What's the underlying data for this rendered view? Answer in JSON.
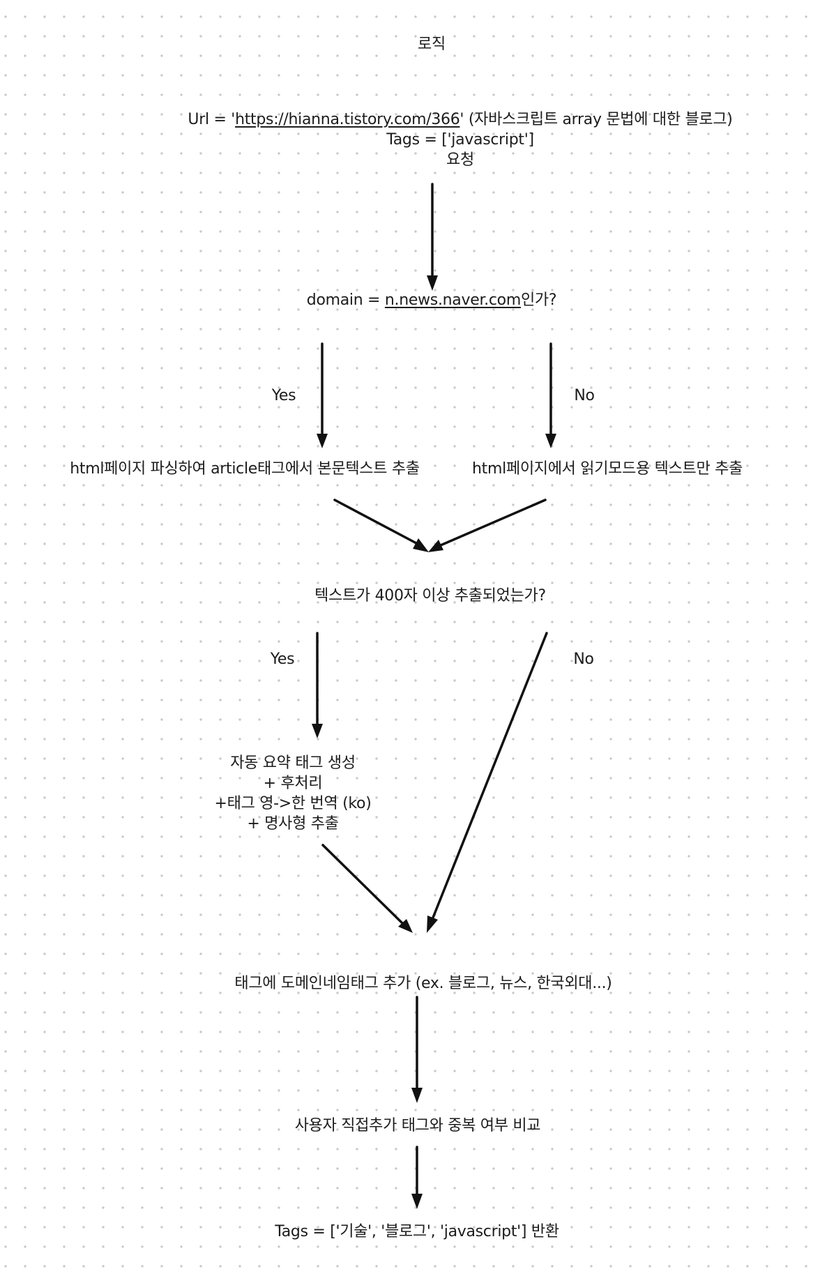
{
  "title": "로직",
  "request": {
    "url_prefix": "Url = '",
    "url": "https://hianna.tistory.com/366",
    "url_suffix": "' (자바스크립트 array 문법에 대한 블로그)",
    "tags": "Tags = ['javascript']",
    "action": "요청"
  },
  "domain_check": {
    "prefix": "domain = ",
    "domain": "n.news.naver.com",
    "suffix": "인가?"
  },
  "branch1": {
    "yes": "Yes",
    "no": "No",
    "yes_step": "html페이지 파싱하여 article태그에서 본문텍스트 추출",
    "no_step": "html페이지에서 읽기모드용 텍스트만 추출"
  },
  "length_check": "텍스트가 400자 이상 추출되었는가?",
  "branch2": {
    "yes": "Yes",
    "no": "No"
  },
  "auto_tag": {
    "line1": "자동 요약 태그 생성",
    "line2": "+ 후처리",
    "line3": "+태그 영->한 번역 (ko)",
    "line4": "+ 명사형 추출"
  },
  "domain_tag": "태그에 도메인네임태그 추가 (ex. 블로그, 뉴스, 한국외대...)",
  "compare": "사용자 직접추가 태그와 중복 여부 비교",
  "result": "Tags = ['기술', '블로그', 'javascript'] 반환"
}
